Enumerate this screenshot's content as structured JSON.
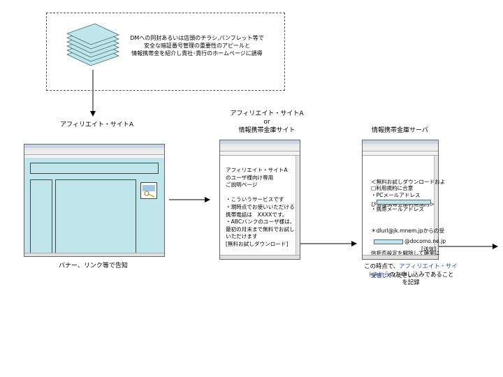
{
  "dm_note": {
    "line1": "DMへの同封あるいは店頭のチラシ,パンフレット等で",
    "line2": "安全な暗証番号管理の重要性のアピールと",
    "line3": "情報携帯金を紹介し貴社･貴行のホームページに誘導"
  },
  "affiliate_label": "アフィリエイト・サイトA",
  "middle_heading": {
    "line1": "アフィリエイト・サイトA",
    "line2": "or",
    "line3": "情報携帯金庫サイト"
  },
  "server_heading": "情報携帯金庫サーバ",
  "banner_caption": "バナー、リンク等で告知",
  "mid_page": {
    "lines": [
      "アフィリエイト・サイトA",
      "のユーザ様向け専用",
      "ご説明ページ",
      "",
      "・こういうサービスです",
      "・現時点でお使いいただける",
      "携帯電話は　XXXXです。",
      "・ABCバンクのユーザ様は、",
      "最初の月末まで無料でお試し",
      "いただけます",
      "[無料お試しダウンロード]"
    ]
  },
  "server_page": {
    "line1": "＜無料お試しダウンロードおよ",
    "line2": "び情報携帯金庫利用規約＞",
    "terms_checkbox": "□利用規約に合意",
    "pc_mail_label": "・PCメールアドレス",
    "mobile_mail_label": "・携帯メールアドレス",
    "instruction1": "＊dlurl@jk.mnem.jpからの受",
    "instruction2": "信拒否設定を解除して確実に",
    "instruction3": "受信してください",
    "domain_suffix": "@docomo.ne.jp",
    "send_button": "[送信]"
  },
  "final_note": {
    "part1": "この時点で、",
    "part2": "アフィリエイト・サイ",
    "part3": "トAから",
    "part4": "のお申し込みであること",
    "part5": "を記録"
  },
  "colors": {
    "stack_fill": "#bfe6ea",
    "stack_stroke": "#3a6b70",
    "window_bg": "#bfe6ea",
    "input_fill": "#bfe6ea",
    "accent_blue": "#1f4fd0",
    "title_bar": "#c9d5e6"
  }
}
